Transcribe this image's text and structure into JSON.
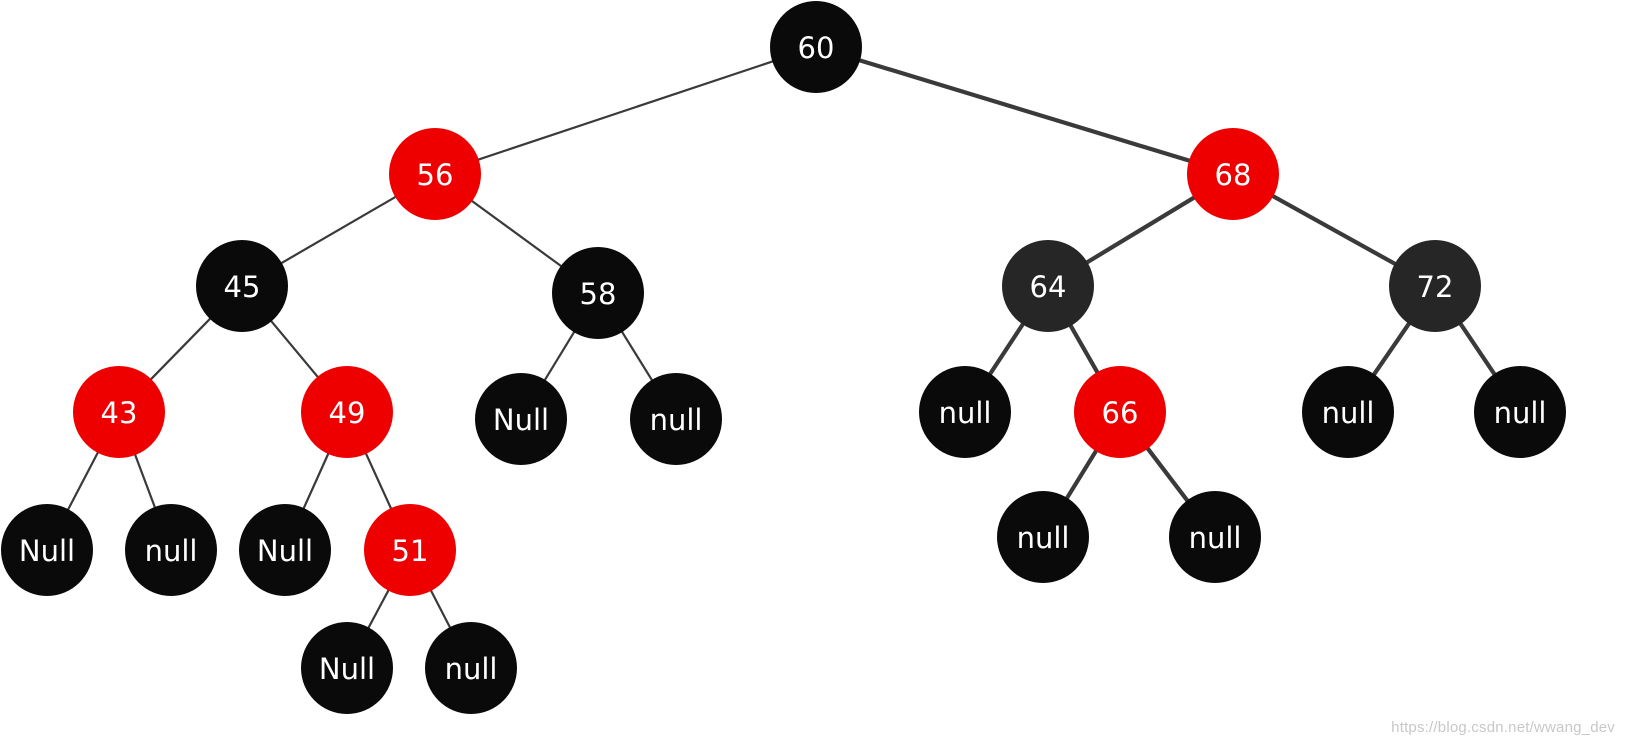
{
  "diagram": {
    "colors": {
      "red": "#ee0000",
      "black": "#0a0a0a",
      "dark_gray": "#262626",
      "edge": "#3a3a3a",
      "label": "#ffffff"
    },
    "nodes": [
      {
        "id": "n60",
        "label": "60",
        "color": "black",
        "children": [
          "n56",
          "n68"
        ]
      },
      {
        "id": "n56",
        "label": "56",
        "color": "red",
        "children": [
          "n45",
          "n58"
        ]
      },
      {
        "id": "n68",
        "label": "68",
        "color": "red",
        "children": [
          "n64",
          "n72"
        ]
      },
      {
        "id": "n45",
        "label": "45",
        "color": "black",
        "children": [
          "n43",
          "n49"
        ]
      },
      {
        "id": "n58",
        "label": "58",
        "color": "black",
        "children": [
          "n58L",
          "n58R"
        ]
      },
      {
        "id": "n64",
        "label": "64",
        "color": "dark_gray",
        "children": [
          "n64L",
          "n66"
        ]
      },
      {
        "id": "n72",
        "label": "72",
        "color": "dark_gray",
        "children": [
          "n72L",
          "n72R"
        ]
      },
      {
        "id": "n43",
        "label": "43",
        "color": "red",
        "children": [
          "n43L",
          "n43R"
        ]
      },
      {
        "id": "n49",
        "label": "49",
        "color": "red",
        "children": [
          "n49L",
          "n51"
        ]
      },
      {
        "id": "n58L",
        "label": "Null",
        "color": "black",
        "children": []
      },
      {
        "id": "n58R",
        "label": "null",
        "color": "black",
        "children": []
      },
      {
        "id": "n64L",
        "label": "null",
        "color": "black",
        "children": []
      },
      {
        "id": "n66",
        "label": "66",
        "color": "red",
        "children": [
          "n66L",
          "n66R"
        ]
      },
      {
        "id": "n72L",
        "label": "null",
        "color": "black",
        "children": []
      },
      {
        "id": "n72R",
        "label": "null",
        "color": "black",
        "children": []
      },
      {
        "id": "n43L",
        "label": "Null",
        "color": "black",
        "children": []
      },
      {
        "id": "n43R",
        "label": "null",
        "color": "black",
        "children": []
      },
      {
        "id": "n49L",
        "label": "Null",
        "color": "black",
        "children": []
      },
      {
        "id": "n51",
        "label": "51",
        "color": "red",
        "children": [
          "n51L",
          "n51R"
        ]
      },
      {
        "id": "n66L",
        "label": "null",
        "color": "black",
        "children": []
      },
      {
        "id": "n66R",
        "label": "null",
        "color": "black",
        "children": []
      },
      {
        "id": "n51L",
        "label": "Null",
        "color": "black",
        "children": []
      },
      {
        "id": "n51R",
        "label": "null",
        "color": "black",
        "children": []
      }
    ]
  },
  "watermark": "https://blog.csdn.net/wwang_dev"
}
